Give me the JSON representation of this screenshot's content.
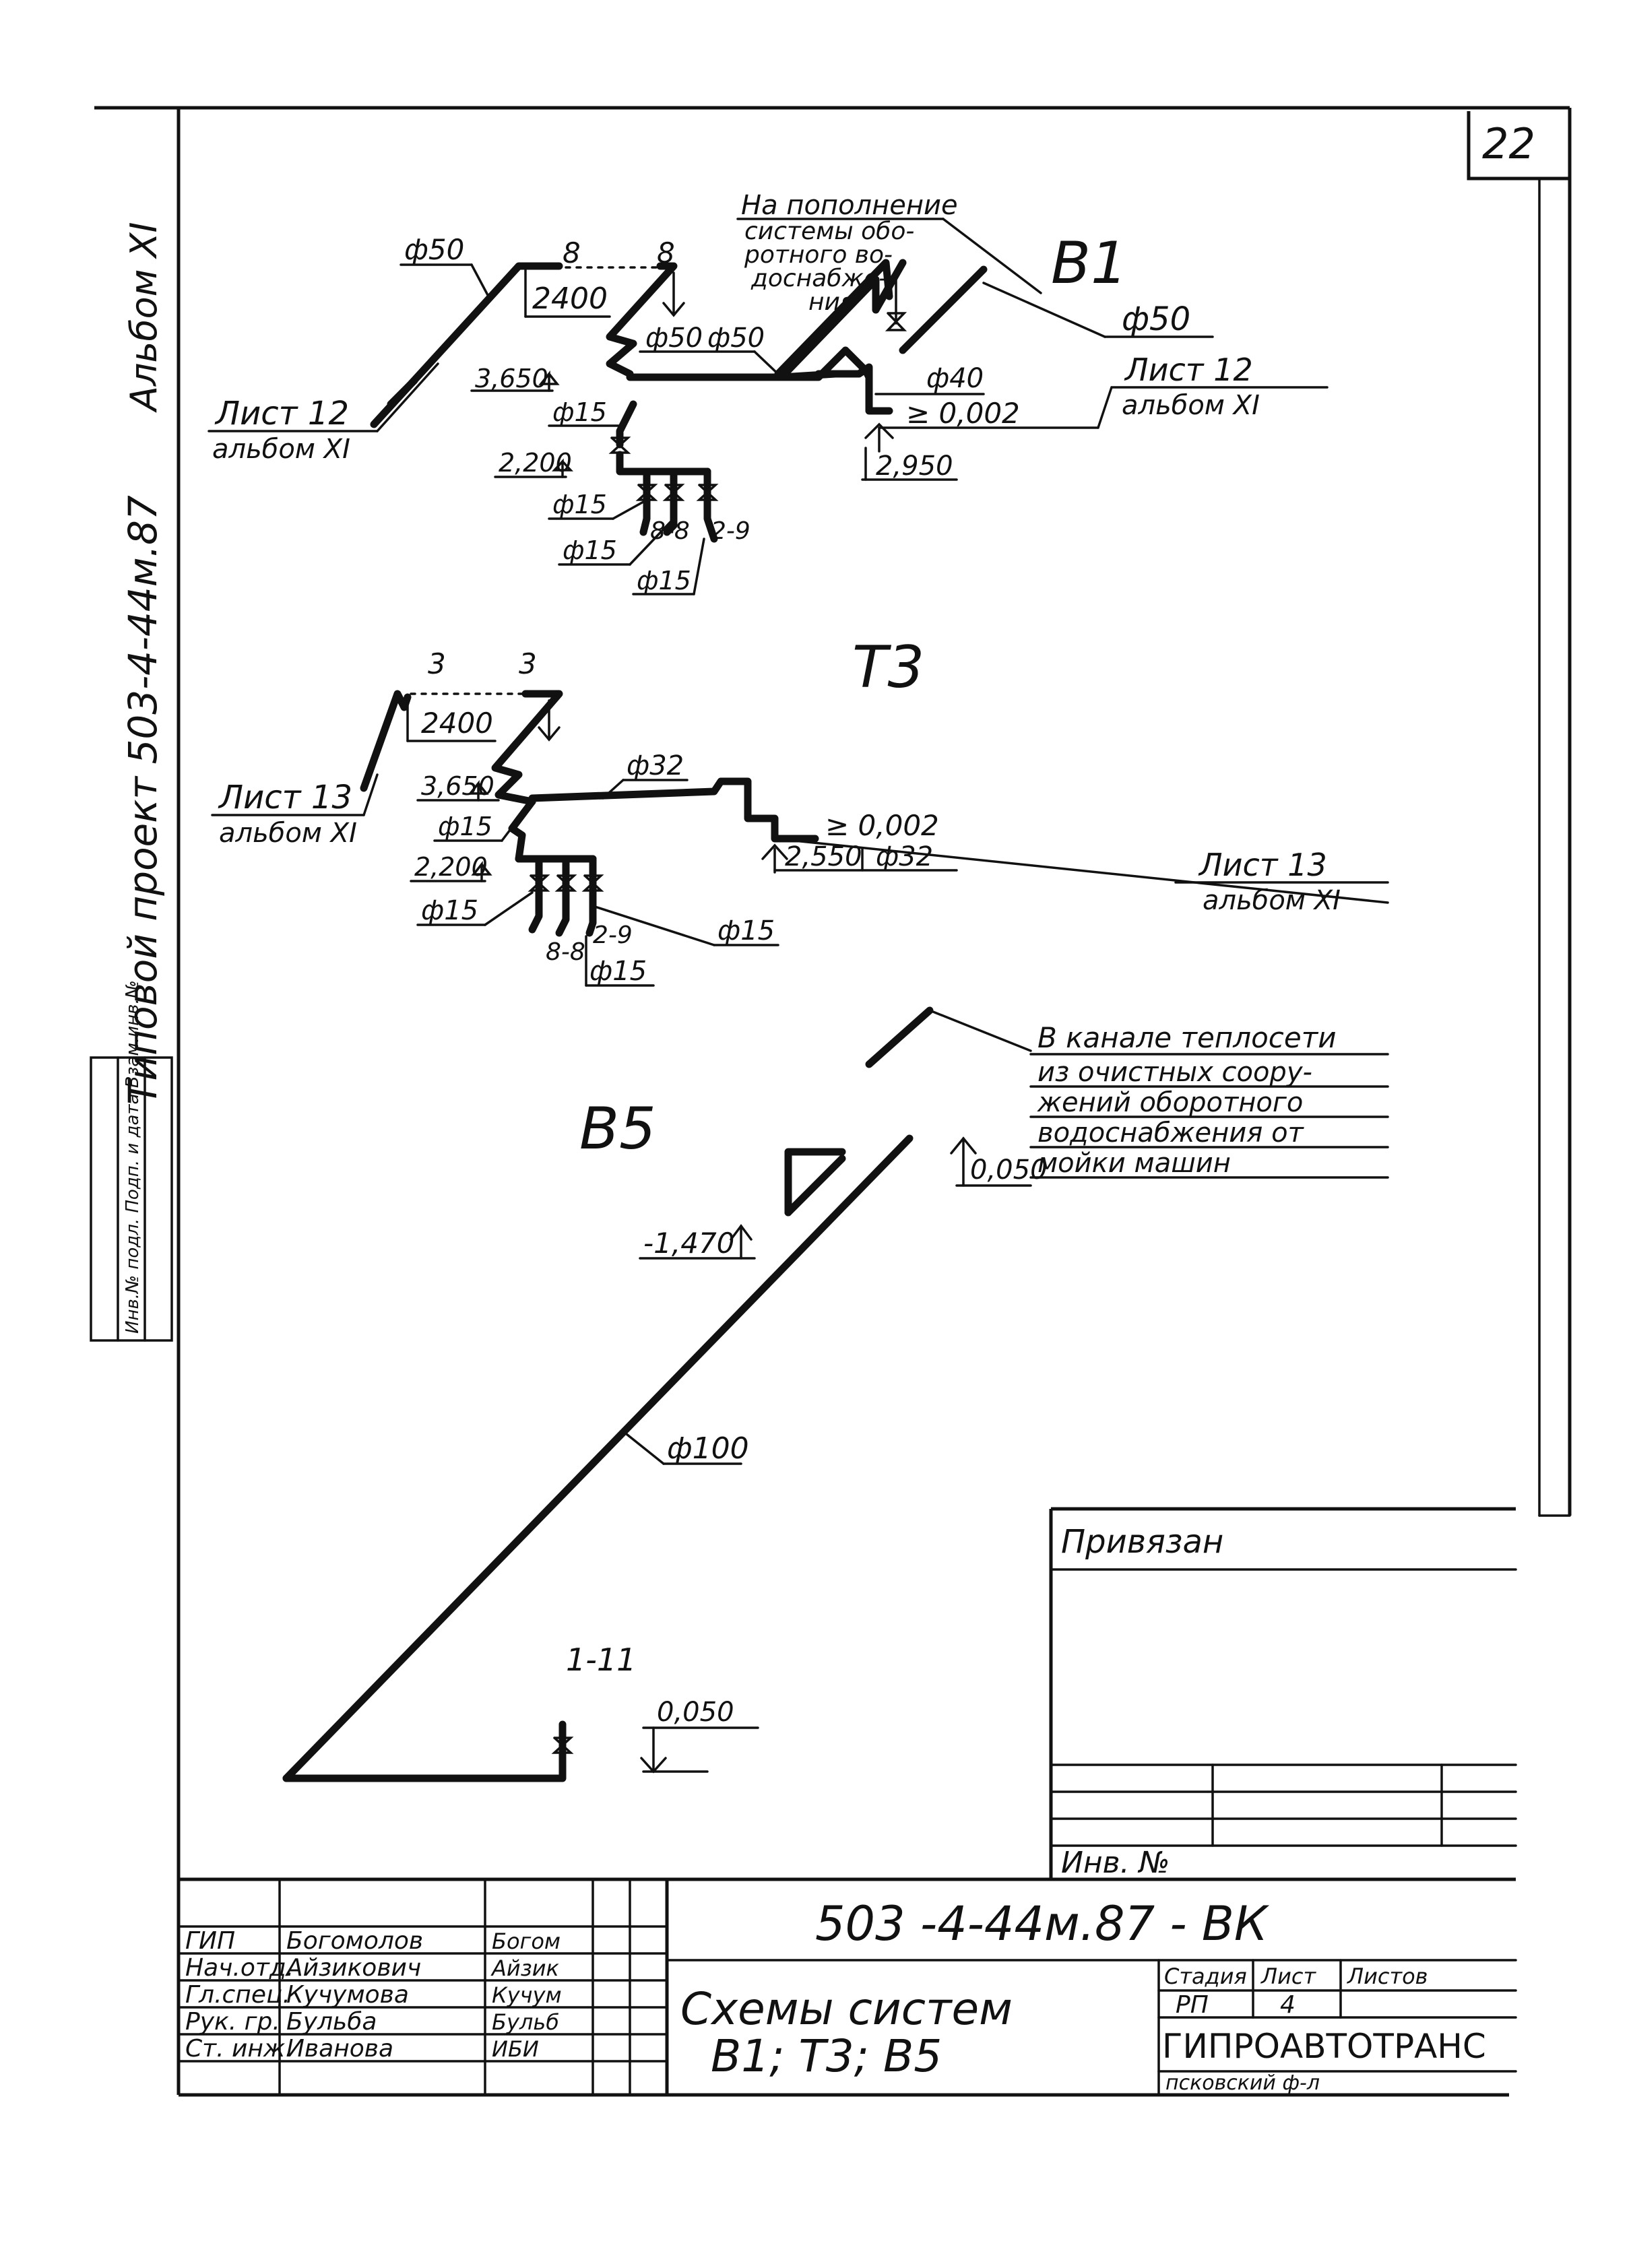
{
  "page_number": "22",
  "side_labels": {
    "album": "Альбом XI",
    "project": "Типовой проект 503-4-44м.87",
    "inv_stamp": "Инв.№ подл. Подп. и дата Взам.инв.№"
  },
  "b1": {
    "title": "В1",
    "supply_note": [
      "На пополнение",
      "системы обо-",
      "ротного во-",
      "доснабже-",
      "ния"
    ],
    "d50_left": "ф50",
    "d50_top": "ф50",
    "d50_right": "ф50",
    "d50_mid": "ф50",
    "d40": "ф40",
    "d15_a": "ф15",
    "d15_b": "ф15",
    "d15_c": "ф15",
    "d15_d": "ф15",
    "num_8a": "8",
    "num_8b": "8",
    "dim_2400": "2400",
    "elev_3650": "3,650",
    "elev_2200": "2,200",
    "elev_2950": "2,950",
    "slope": "≥ 0,002",
    "tag_8_8": "8-8",
    "tag_2_9": "2-9",
    "sheet_left": "Лист 12",
    "album_left": "альбом XI",
    "sheet_right": "Лист 12",
    "album_right": "альбом XI"
  },
  "t3": {
    "title": "Т3",
    "num_3a": "3",
    "num_3b": "3",
    "dim_2400": "2400",
    "d32": "ф32",
    "d32_b": "ф32",
    "elev_3650": "3,650",
    "elev_2200": "2,200",
    "elev_2550": "2,550",
    "slope": "≥ 0,002",
    "d15_a": "ф15",
    "d15_b": "ф15",
    "d15_c": "ф15",
    "d15_d": "ф15",
    "tag_8_8": "8-8",
    "tag_2_9": "2-9",
    "sheet_left": "Лист 13",
    "album_left": "альбом XI",
    "sheet_right": "Лист 13",
    "album_right": "альбом XI"
  },
  "b5": {
    "title": "В5",
    "note": [
      "В канале теплосети",
      "из очистных соору-",
      "жений оборотного",
      "водоснабжения от",
      "мойки машин"
    ],
    "elev_0050": "0,050",
    "elev_m1470": "-1,470",
    "d100": "ф100",
    "tag_1_11": "1-11",
    "elev_bottom": "0,050"
  },
  "binding": {
    "label": "Привязан",
    "inv_label": "Инв. №"
  },
  "title_block": {
    "code": "503 -4-44м.87 - ВК",
    "title_line1": "Схемы систем",
    "title_line2": "В1; Т3; В5",
    "staff": [
      {
        "role": "ГИП",
        "name": "Богомолов",
        "sign": "Богом"
      },
      {
        "role": "Нач.отд.",
        "name": "Айзикович",
        "sign": "Айзик"
      },
      {
        "role": "Гл.спец.",
        "name": "Кучумова",
        "sign": "Кучум"
      },
      {
        "role": "Рук. гр.",
        "name": "Бульба",
        "sign": "Бульб"
      },
      {
        "role": "Ст. инж.",
        "name": "Иванова",
        "sign": "ИБИ"
      }
    ],
    "stage_header": "Стадия",
    "sheet_header": "Лист",
    "sheets_header": "Листов",
    "stage_value": "РП",
    "sheet_value": "4",
    "org": "ГИПРОАВТОТРАНС",
    "org_sub": "псковский ф-л"
  }
}
